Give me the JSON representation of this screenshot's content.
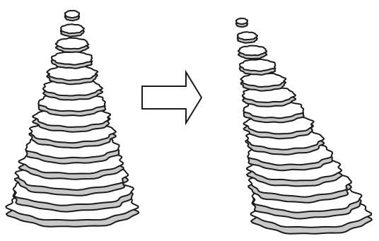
{
  "figure": {
    "left_item": {
      "kind": "layered-cone",
      "state": "upright",
      "layers": 14
    },
    "arrow": {
      "direction": "right",
      "icon": "arrow-right-icon"
    },
    "right_item": {
      "kind": "layered-cone",
      "state": "sheared",
      "layers": 14
    }
  },
  "colors": {
    "background": "#ffffff",
    "outline": "#1a1a1a",
    "layer_top": "#ffffff",
    "layer_side": "#c8c8c8"
  }
}
